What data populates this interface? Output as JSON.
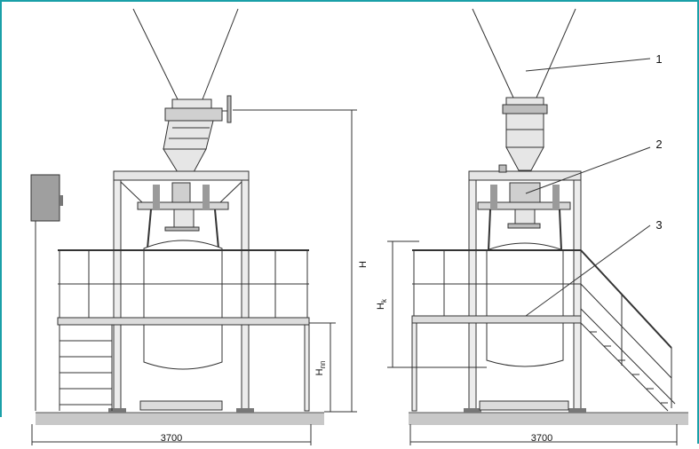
{
  "colors": {
    "frame_border": "#1aa0a8",
    "line": "#333333",
    "metal_fill": "#e6e6e6",
    "metal_dark": "#9a9a9a",
    "ground": "#c8c8c8",
    "bag_fill": "#ffffff"
  },
  "left_view": {
    "dim_width": "3700",
    "dim_height": "H",
    "dim_platform_prefix": "H",
    "dim_platform_sub": "пп"
  },
  "right_view": {
    "dim_width": "3700",
    "dim_height_prefix": "H",
    "dim_height_sub": "k"
  },
  "callouts": [
    {
      "number": "1"
    },
    {
      "number": "2"
    },
    {
      "number": "3"
    }
  ]
}
